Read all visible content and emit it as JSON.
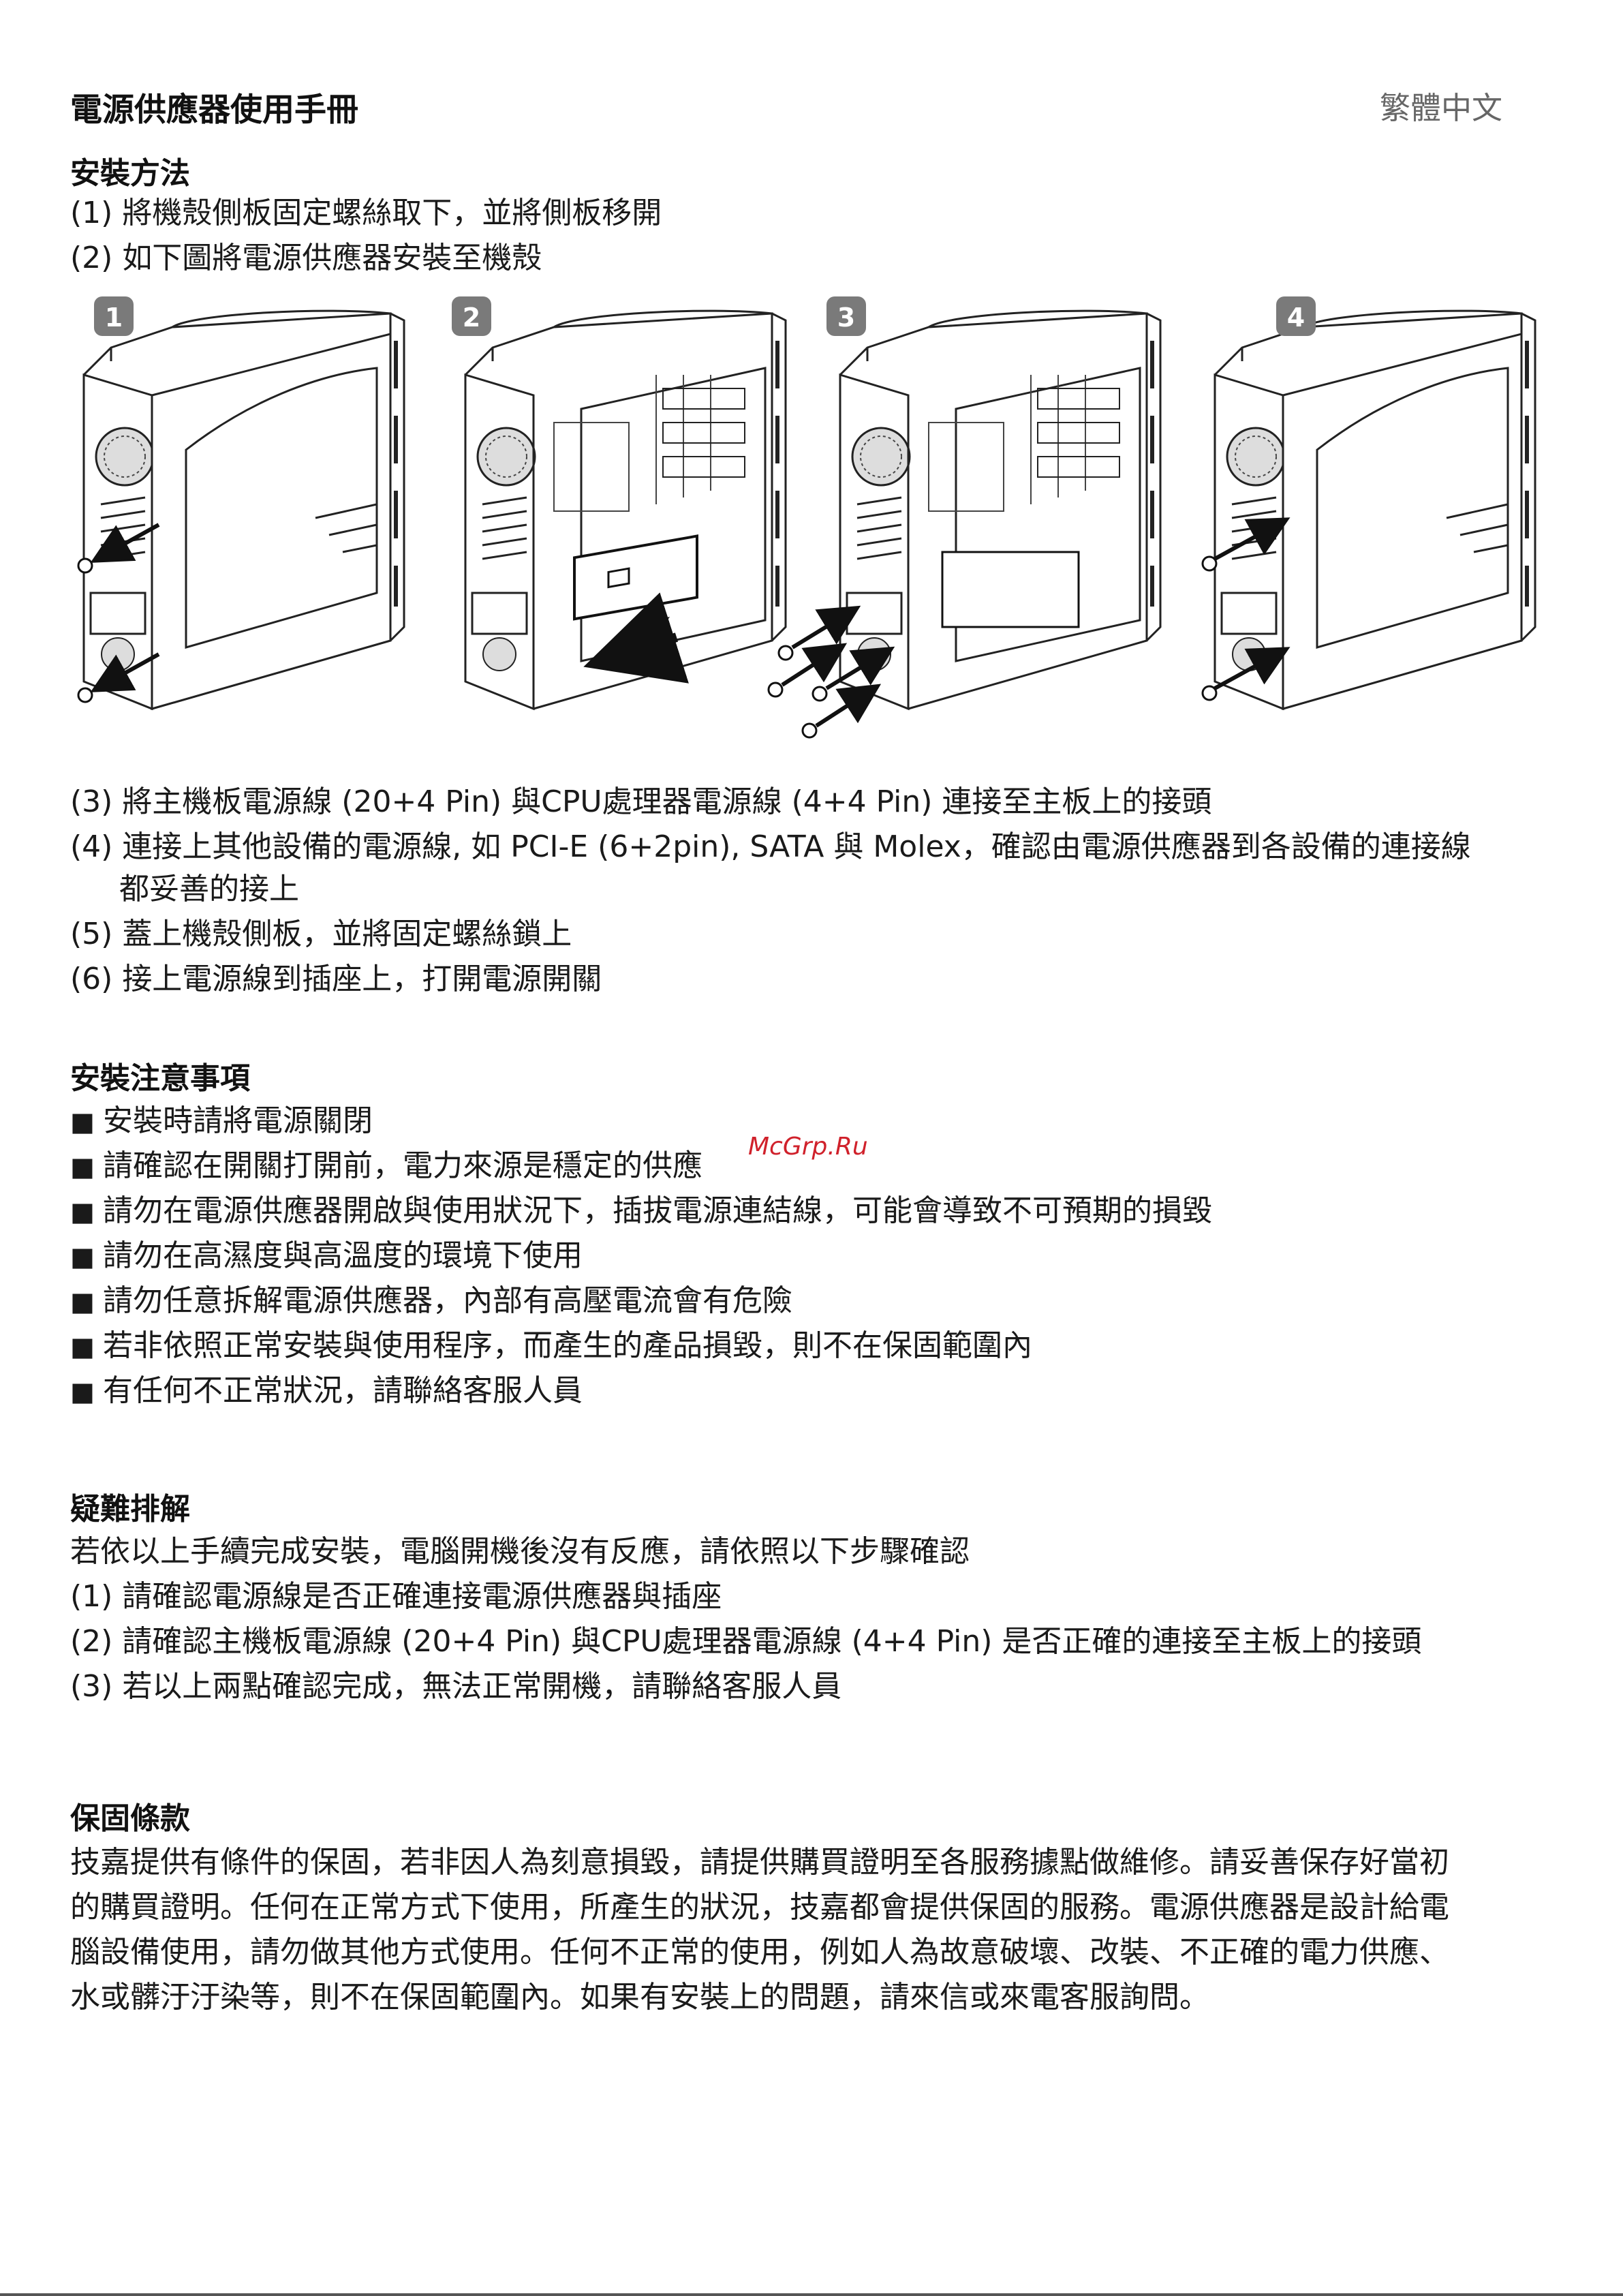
{
  "header": {
    "title": "電源供應器使用手冊",
    "language": "繁體中文"
  },
  "install": {
    "heading": "安裝方法",
    "steps_pre": [
      "(1) 將機殼側板固定螺絲取下，並將側板移開",
      "(2) 如下圖將電源供應器安裝至機殼"
    ],
    "figure_steps": [
      "1",
      "2",
      "3",
      "4"
    ],
    "steps_post": [
      "(3) 將主機板電源線 (20+4 Pin) 與CPU處理器電源線 (4+4 Pin) 連接至主板上的接頭",
      "(4) 連接上其他設備的電源線, 如 PCI-E (6+2pin), SATA 與 Molex，確認由電源供應器到各設備的連接線",
      "都妥善的接上",
      "(5) 蓋上機殼側板，並將固定螺絲鎖上",
      "(6) 接上電源線到插座上，打開電源開關"
    ]
  },
  "cautions": {
    "heading": "安裝注意事項",
    "items": [
      "安裝時請將電源關閉",
      "請確認在開關打開前，電力來源是穩定的供應",
      "請勿在電源供應器開啟與使用狀況下，插拔電源連結線，可能會導致不可預期的損毀",
      "請勿在高濕度與高溫度的環境下使用",
      "請勿任意拆解電源供應器，內部有高壓電流會有危險",
      "若非依照正常安裝與使用程序，而產生的產品損毀，則不在保固範圍內",
      "有任何不正常狀況，請聯絡客服人員"
    ],
    "watermark": "McGrp.Ru"
  },
  "troubleshoot": {
    "heading": "疑難排解",
    "intro": "若依以上手續完成安裝，電腦開機後沒有反應，請依照以下步驟確認",
    "items": [
      "(1) 請確認電源線是否正確連接電源供應器與插座",
      "(2) 請確認主機板電源線 (20+4 Pin) 與CPU處理器電源線 (4+4 Pin) 是否正確的連接至主板上的接頭",
      "(3) 若以上兩點確認完成，無法正常開機，請聯絡客服人員"
    ]
  },
  "warranty": {
    "heading": "保固條款",
    "lines": [
      "技嘉提供有條件的保固，若非因人為刻意損毀，請提供購買證明至各服務據點做維修。請妥善保存好當初",
      "的購買證明。任何在正常方式下使用，所產生的狀況，技嘉都會提供保固的服務。電源供應器是設計給電",
      "腦設備使用，請勿做其他方式使用。任何不正常的使用，例如人為故意破壞、改裝、不正確的電力供應、",
      "水或髒汙汙染等，則不在保固範圍內。如果有安裝上的問題，請來信或來電客服詢問。"
    ]
  }
}
